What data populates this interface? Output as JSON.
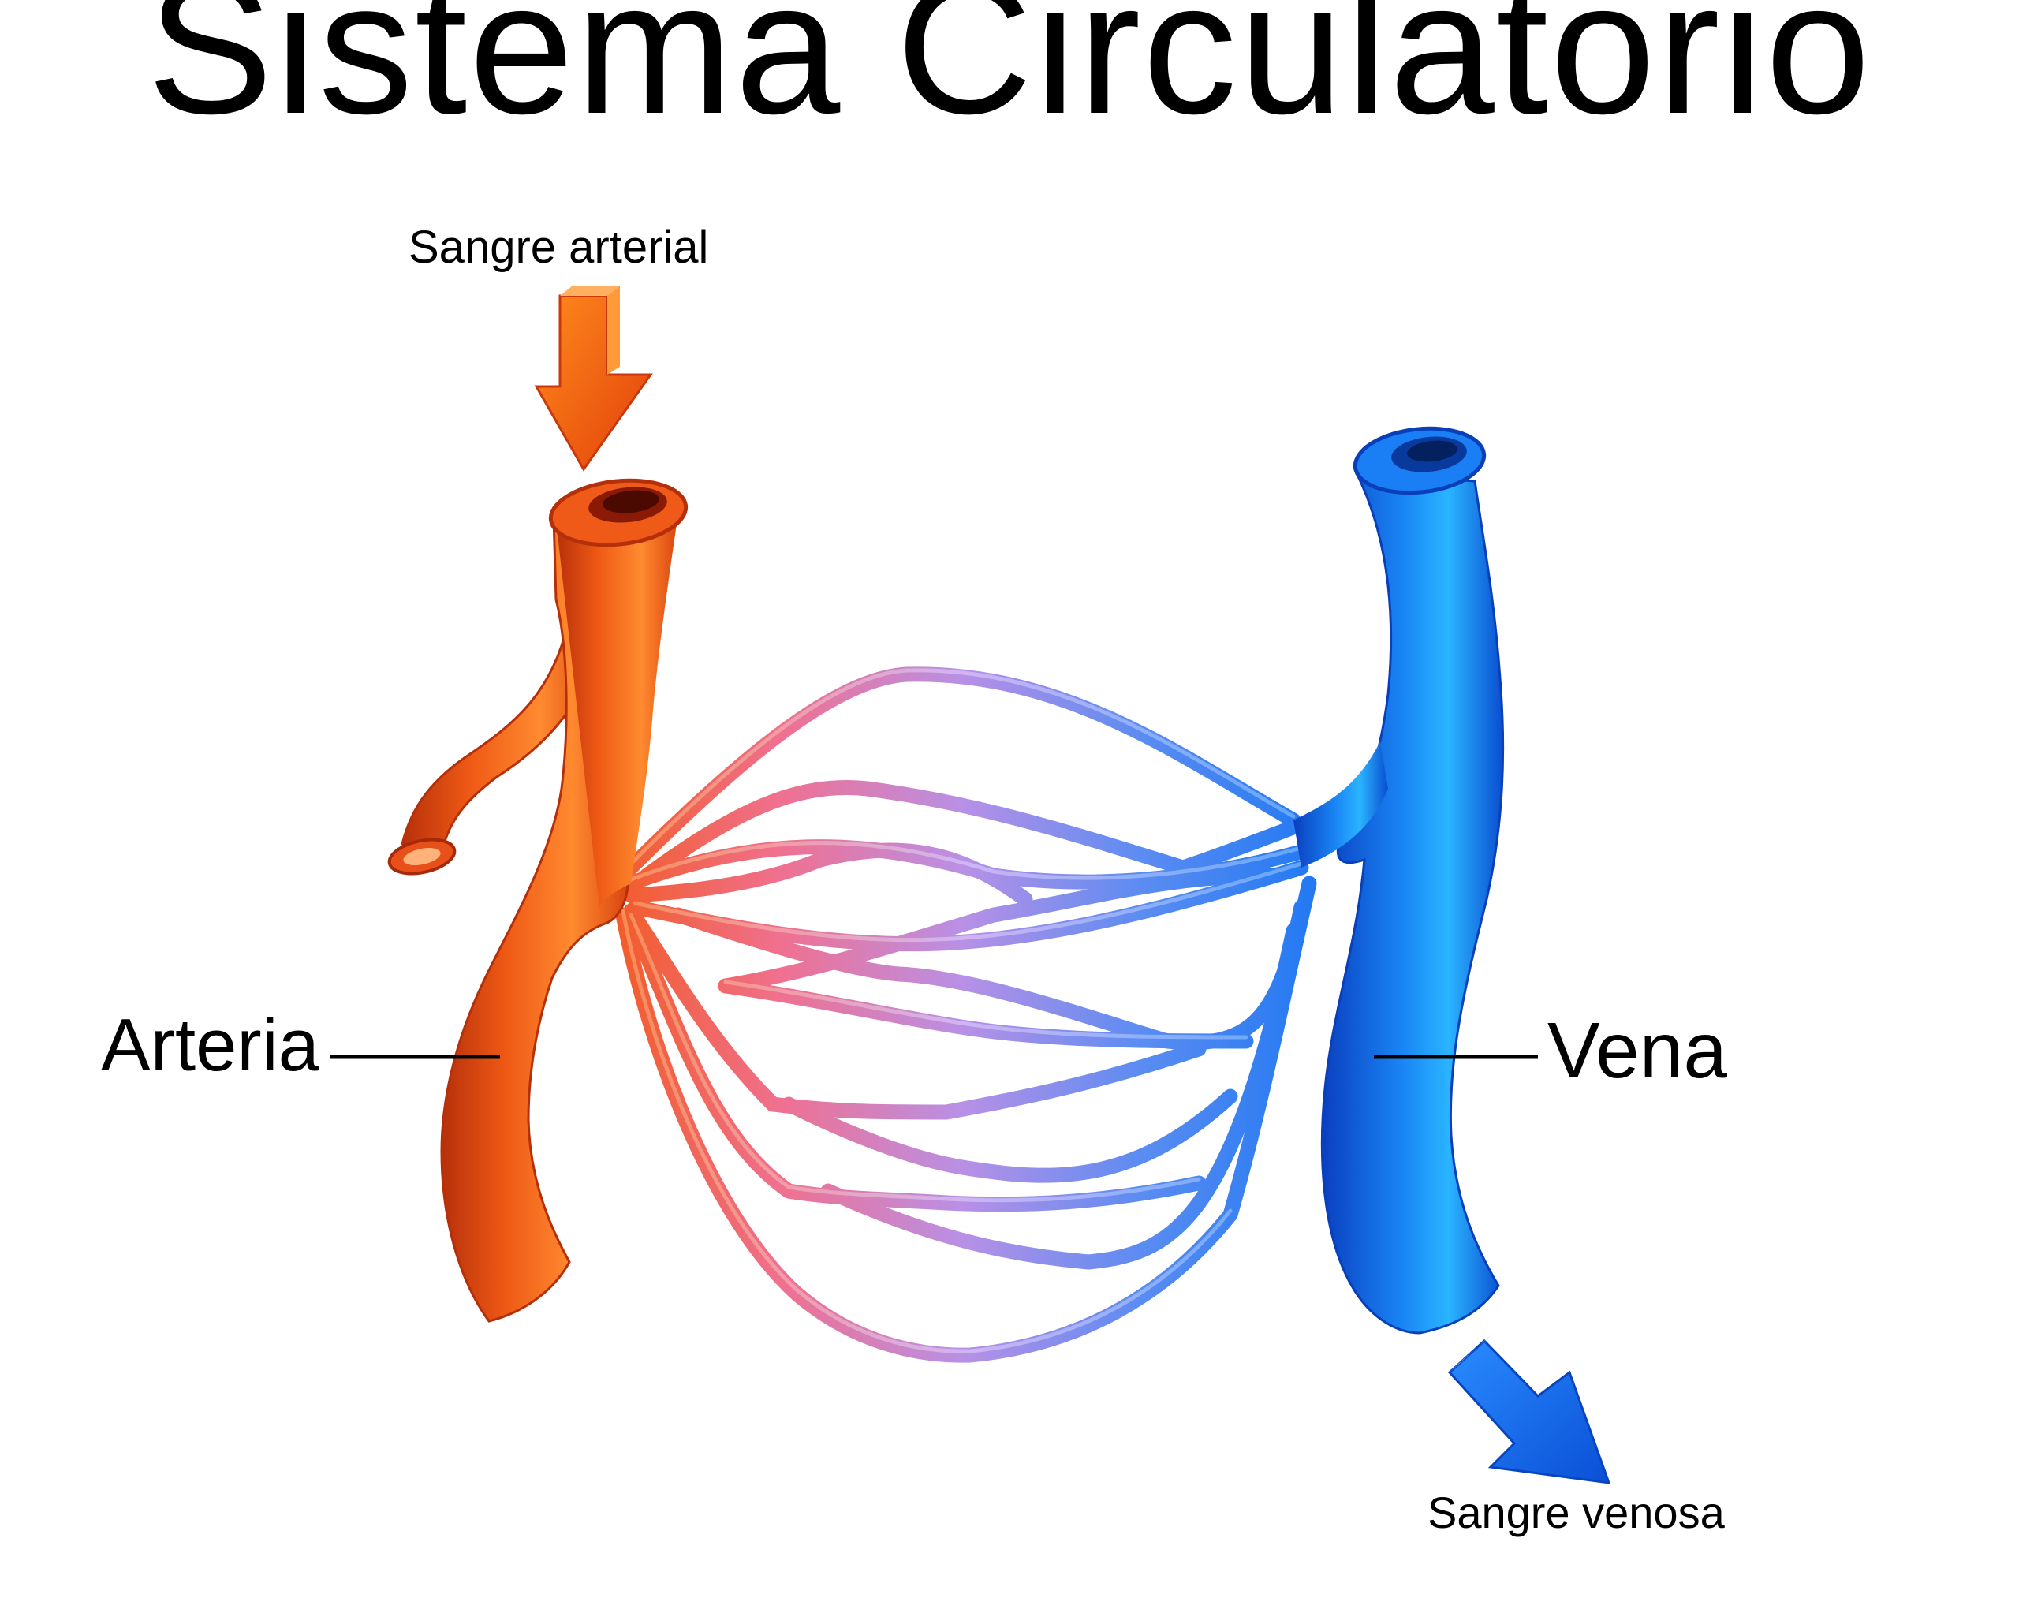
{
  "title": "Sistema Circulatorio",
  "labels": {
    "arterial_blood": "Sangre arterial",
    "artery": "Arteria",
    "vein": "Vena",
    "venous_blood": "Sangre venosa"
  },
  "colors": {
    "artery": "#f26a1f",
    "artery_dark": "#c93a0c",
    "vein": "#1e7ff0",
    "vein_dark": "#0a45c8",
    "capillary_mid": "#b08ce0",
    "text": "#000000"
  },
  "icons": {
    "in_arrow": "arrow-down-icon",
    "out_arrow": "arrow-down-right-icon"
  }
}
